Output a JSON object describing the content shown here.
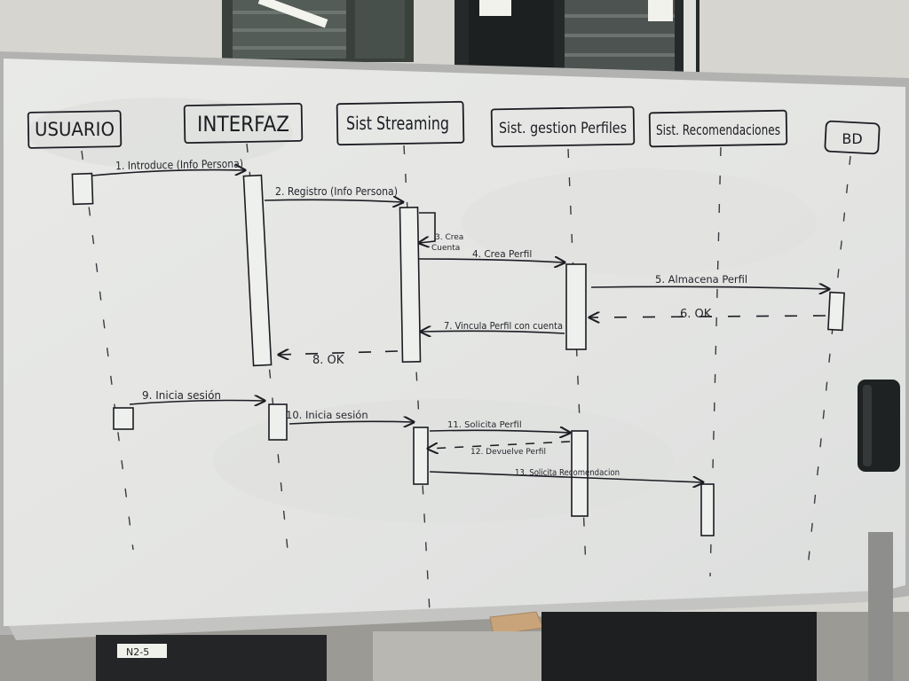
{
  "lifelines": [
    {
      "id": "usuario",
      "label": "USUARIO"
    },
    {
      "id": "interfaz",
      "label": "INTERFAZ"
    },
    {
      "id": "streaming",
      "label": "Sist Streaming"
    },
    {
      "id": "perfiles",
      "label": "Sist. gestion Perfiles"
    },
    {
      "id": "recomendaciones",
      "label": "Sist. Recomendaciones"
    },
    {
      "id": "bd",
      "label": "BD"
    }
  ],
  "messages": [
    {
      "label": "1. Introduce (Info Persona)"
    },
    {
      "label": "2. Registro (Info Persona)"
    },
    {
      "label": "3. Crea",
      "label2": "Cuenta"
    },
    {
      "label": "4. Crea Perfil"
    },
    {
      "label": "5. Almacena Perfil"
    },
    {
      "label": "6. OK"
    },
    {
      "label": "7. Vincula Perfil con cuenta"
    },
    {
      "label": "8. OK"
    },
    {
      "label": "9. Inicia sesión"
    },
    {
      "label": "10. Inicia sesión"
    },
    {
      "label": "11. Solicita Perfil"
    },
    {
      "label": "12. Devuelve Perfil"
    },
    {
      "label": "13. Solicita Recomendacion"
    }
  ],
  "desk_label": "N2-5",
  "colors": {
    "wall": "#d8d6d0",
    "board": "#e7e8e6",
    "ink": "#1c1c22",
    "frame": "#a9aaa8",
    "window_dark": "#2e3330"
  }
}
